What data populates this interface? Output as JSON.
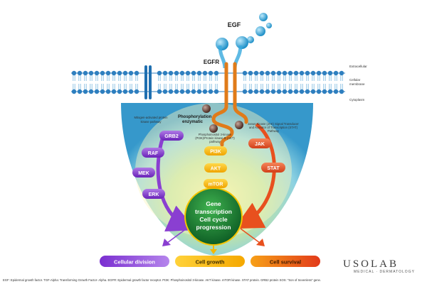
{
  "labels": {
    "egf": "EGF",
    "egfr": "EGFR",
    "extracellular": "Extracellular",
    "cellular_membrane_line1": "Cellular",
    "cellular_membrane_line2": "membrane",
    "cytoplasm": "Cytoplasm",
    "phosphorylation_line1": "Phosphorylation",
    "phosphorylation_line2": "enzymatic",
    "mapk_line1": "Mitogen-activated protein",
    "mapk_line2": "kinase pathway",
    "pi3k_line1": "Phosphoinositol 3-kinase",
    "pi3k_line2": "(PI3K)/Protein kinase B (AKT)",
    "pi3k_line3": "pathway",
    "jak_line1": "Janus Kinase (JAK) Signal Transducer",
    "jak_line2": "and Activator of Transcription (STAT)",
    "jak_line3": "Pathway"
  },
  "nodes": {
    "grb2": "GRB2",
    "raf": "RAF",
    "mek": "MEK",
    "erk": "ERK",
    "pi3k": "PI3K",
    "akt": "AKT",
    "mtor": "mTOR",
    "jak": "JAK",
    "stat": "STAT"
  },
  "nucleus": {
    "line1": "Gene",
    "line2": "transcription",
    "line3": "Cell cycle",
    "line4": "progression"
  },
  "outcomes": {
    "division": "Cellular division",
    "growth": "Cell growth",
    "survival": "Cell survival"
  },
  "brand": {
    "name": "USOLAB",
    "tagline": "MEDICAL · DERMATOLOGY"
  },
  "footer": {
    "text": "EGF: Epidermal growth factor. TGF-Alpha: Transforming Growth Factor- Alpha. EGFR: Epidermal growth factor receptor. PI3K: Phosphoinositol 3-kinase. AKT kinase. mTOR kinase. STAT protein. GRB2 protein SOS: \"Son of Sevenless\" gene."
  },
  "colors": {
    "mapk": "#8a3fd1",
    "pi3k": "#f5b800",
    "jak": "#e8501e",
    "membrane": "#2e7fbf",
    "receptor": "#e07b1a",
    "nucleus": "#1e8a3c",
    "egf": "#37a9dd"
  }
}
